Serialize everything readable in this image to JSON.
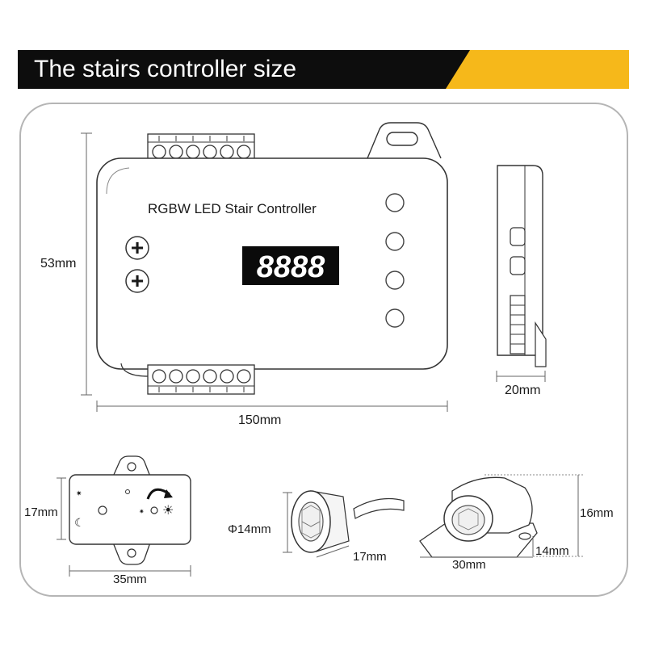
{
  "banner": {
    "title": "The stairs controller size",
    "colors": {
      "dark": "#0d0d0d",
      "accent": "#f6b81a"
    }
  },
  "controller": {
    "label": "RGBW LED Stair Controller",
    "display_text": "8888",
    "knob_symbols": [
      "+",
      "+"
    ]
  },
  "dimensions": {
    "controller_height": "53mm",
    "controller_length": "150mm",
    "controller_depth": "20mm",
    "sensor_box_height": "17mm",
    "sensor_box_width": "35mm",
    "round_sensor_diameter": "Φ14mm",
    "round_sensor_length": "17mm",
    "mount_sensor_height": "16mm",
    "mount_sensor_depth": "14mm",
    "mount_sensor_width": "30mm"
  },
  "icons": [
    "sun-icon",
    "moon-icon",
    "arc-arrow-icon",
    "mounting-hole-icon",
    "fresnel-lens-icon"
  ]
}
